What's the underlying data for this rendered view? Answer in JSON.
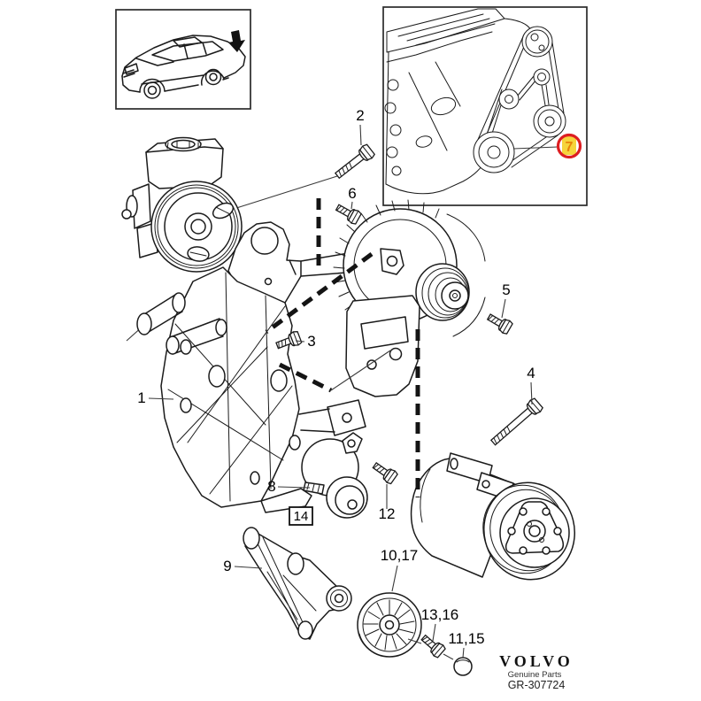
{
  "callouts": {
    "n1": "1",
    "n2": "2",
    "n3": "3",
    "n4": "4",
    "n5": "5",
    "n6": "6",
    "n8": "8",
    "n9": "9",
    "n10_17": "10,17",
    "n11_15": "11,15",
    "n12": "12",
    "n13_16": "13,16",
    "n14": "14"
  },
  "engine_inset": {
    "highlighted_callout": "7",
    "highlight_ring_color": "#dd1d21",
    "highlight_fill_color": "#f6d43c",
    "highlight_text_color": "#e8830a"
  },
  "branding": {
    "logo_text": "VOLVO",
    "tagline": "Genuine Parts",
    "drawing_number": "GR-307724"
  }
}
